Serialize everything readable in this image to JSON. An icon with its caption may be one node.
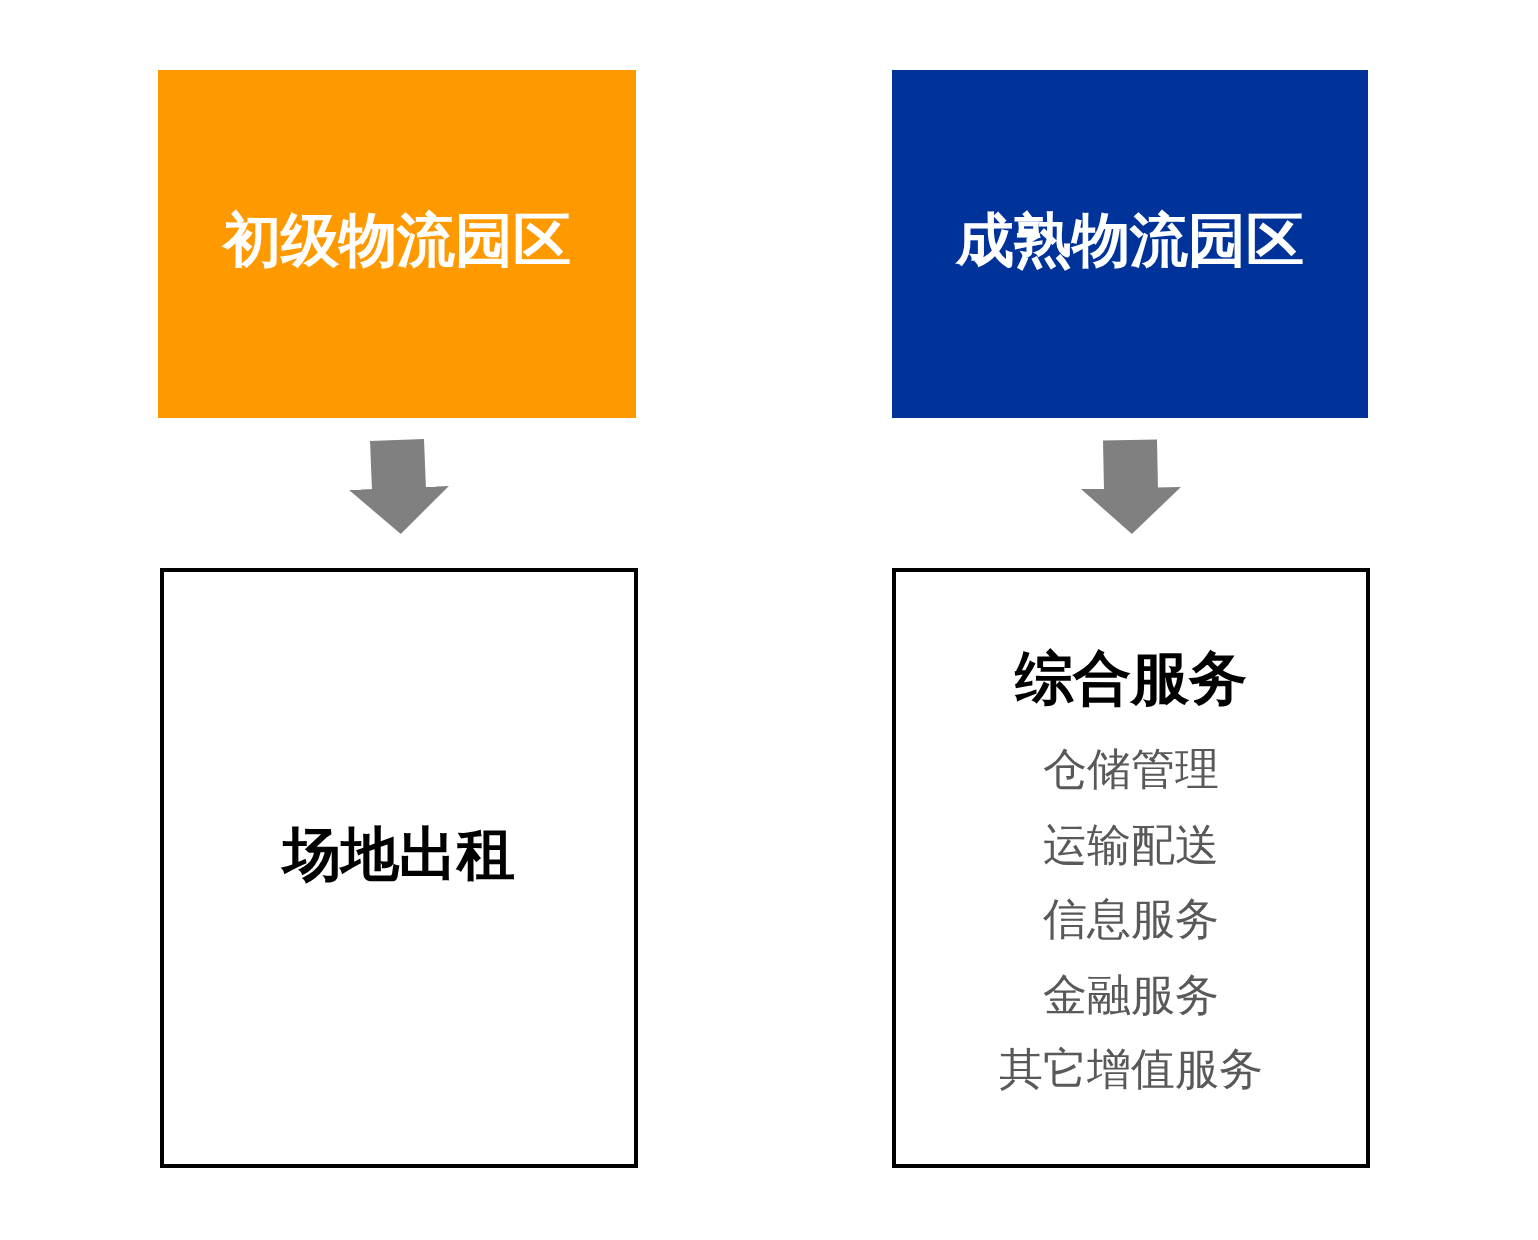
{
  "diagram": {
    "nodes": [
      {
        "text": [
          "初级物流园区"
        ]
      },
      {
        "text": [
          "成熟物流园区"
        ]
      },
      {
        "text": [
          "场地出租"
        ]
      },
      {
        "text": [
          "综合服务",
          "仓储管理",
          "运输配送",
          "信息服务",
          "金融服务",
          "其它增值服务"
        ]
      }
    ],
    "edges": [
      {
        "from": 0,
        "to": 2,
        "arrow": "to"
      },
      {
        "from": 1,
        "to": 3,
        "arrow": "to"
      }
    ]
  }
}
